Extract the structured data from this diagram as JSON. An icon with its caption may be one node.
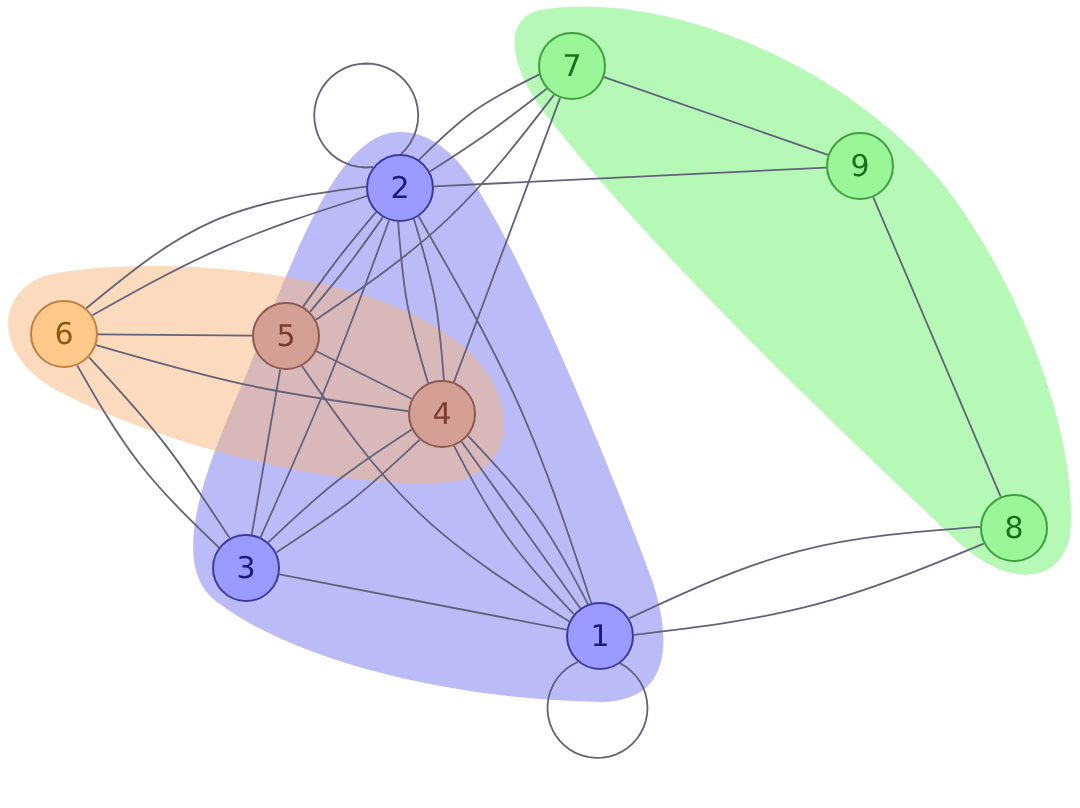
{
  "diagram": {
    "nodes": [
      {
        "text": [
          "1"
        ]
      },
      {
        "text": [
          "2"
        ]
      },
      {
        "text": [
          "3"
        ]
      },
      {
        "text": [
          "4"
        ]
      },
      {
        "text": [
          "5"
        ]
      },
      {
        "text": [
          "6"
        ]
      },
      {
        "text": [
          "7"
        ]
      },
      {
        "text": [
          "8"
        ]
      },
      {
        "text": [
          "9"
        ]
      }
    ],
    "edges": [
      {
        "from": 1,
        "to": 1,
        "arrow": "none"
      },
      {
        "from": 0,
        "to": 0,
        "arrow": "none"
      },
      {
        "from": 6,
        "to": 8,
        "arrow": "none"
      },
      {
        "from": 6,
        "to": 1,
        "arrow": "none"
      },
      {
        "from": 6,
        "to": 1,
        "arrow": "none"
      },
      {
        "from": 6,
        "to": 4,
        "arrow": "none"
      },
      {
        "from": 6,
        "to": 3,
        "arrow": "none"
      },
      {
        "from": 1,
        "to": 8,
        "arrow": "none"
      },
      {
        "from": 8,
        "to": 7,
        "arrow": "none"
      },
      {
        "from": 0,
        "to": 7,
        "arrow": "none"
      },
      {
        "from": 0,
        "to": 7,
        "arrow": "none"
      },
      {
        "from": 5,
        "to": 1,
        "arrow": "none"
      },
      {
        "from": 5,
        "to": 1,
        "arrow": "none"
      },
      {
        "from": 5,
        "to": 4,
        "arrow": "none"
      },
      {
        "from": 5,
        "to": 3,
        "arrow": "none"
      },
      {
        "from": 5,
        "to": 2,
        "arrow": "none"
      },
      {
        "from": 5,
        "to": 2,
        "arrow": "none"
      },
      {
        "from": 1,
        "to": 4,
        "arrow": "none"
      },
      {
        "from": 1,
        "to": 4,
        "arrow": "none"
      },
      {
        "from": 1,
        "to": 2,
        "arrow": "none"
      },
      {
        "from": 1,
        "to": 3,
        "arrow": "none"
      },
      {
        "from": 1,
        "to": 3,
        "arrow": "none"
      },
      {
        "from": 1,
        "to": 0,
        "arrow": "none"
      },
      {
        "from": 4,
        "to": 2,
        "arrow": "none"
      },
      {
        "from": 4,
        "to": 3,
        "arrow": "none"
      },
      {
        "from": 4,
        "to": 0,
        "arrow": "none"
      },
      {
        "from": 3,
        "to": 2,
        "arrow": "none"
      },
      {
        "from": 3,
        "to": 2,
        "arrow": "none"
      },
      {
        "from": 3,
        "to": 0,
        "arrow": "none"
      },
      {
        "from": 3,
        "to": 0,
        "arrow": "none"
      },
      {
        "from": 3,
        "to": 0,
        "arrow": "none"
      },
      {
        "from": 2,
        "to": 0,
        "arrow": "none"
      }
    ]
  }
}
